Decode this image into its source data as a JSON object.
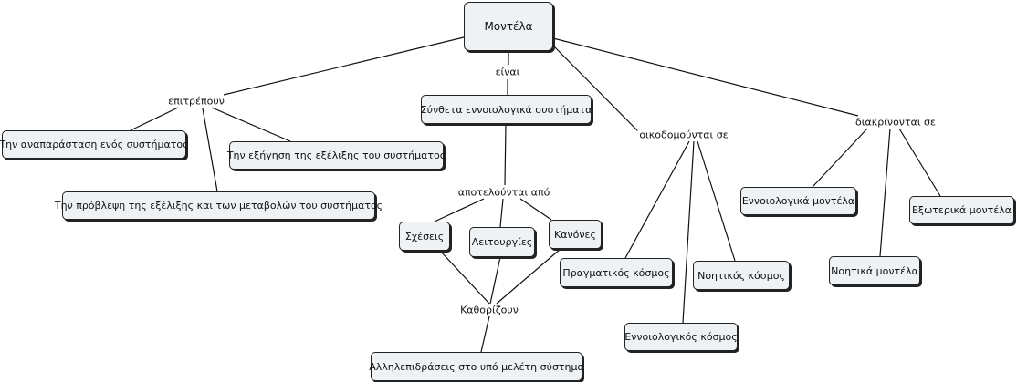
{
  "root": "Μοντέλα",
  "links": {
    "eparepoun": "επιτρέπουν",
    "einai": "είναι",
    "oikodomountai": "οικοδομούνται σε",
    "diakrinontai": "διακρίνονται σε",
    "apoteloun": "αποτελούνται από",
    "kathorizoun": "Καθορίζουν"
  },
  "concepts": {
    "anaparastasi": "Την αναπαράσταση ενός συστήματος",
    "exigisi": "Την εξήγηση της εξέλιξης του συστήματος",
    "provlepsi": "Την πρόβλεψη της εξέλιξης και των μεταβολών του συστήματος",
    "syntheta": "Σύνθετα εννοιολογικά συστήματα",
    "sxeseis": "Σχέσεις",
    "leitourgies": "Λειτουργίες",
    "kanones": "Κανόνες",
    "allilepidraseis": "Αλληλεπιδράσεις στο υπό μελέτη σύστημα",
    "pragmatikos": "Πραγματικός κόσμος",
    "noitikos_kosmos": "Νοητικός κόσμος",
    "ennoiologikos_kosmos": "Εννοιολογικός κόσμος",
    "ennoiologika_montela": "Εννοιολογικά μοντέλα",
    "exoterika": "Εξωτερικά μοντέλα",
    "noitika_montela": "Νοητικά μοντέλα"
  }
}
